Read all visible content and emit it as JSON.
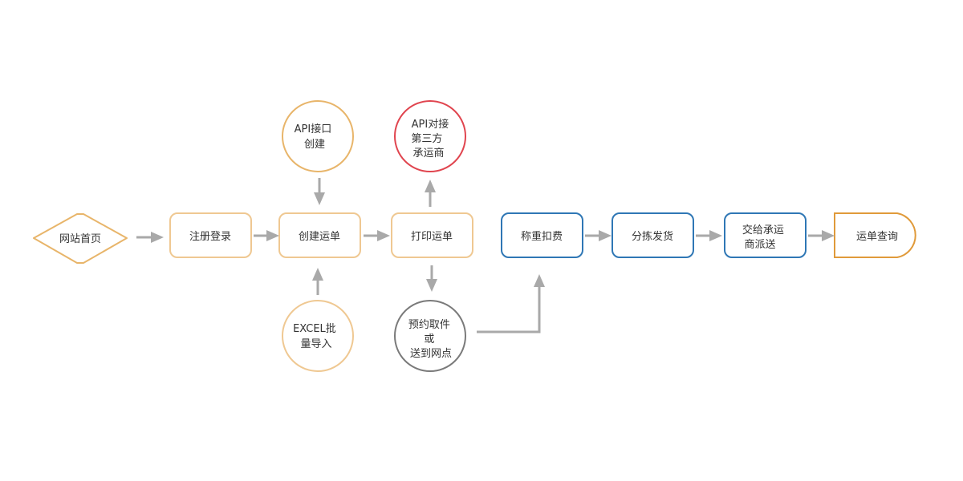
{
  "colors": {
    "orange": "#e8b56a",
    "orange_light": "#efc892",
    "blue": "#2f77b5",
    "red": "#e0454f",
    "gray": "#7a7a7a",
    "arrow": "#a9a9a9",
    "end_orange": "#e09a3a"
  },
  "nodes": {
    "home": {
      "lines": [
        "网站首页"
      ]
    },
    "register": {
      "lines": [
        "注册登录"
      ]
    },
    "create_order": {
      "lines": [
        "创建运单"
      ]
    },
    "api_create": {
      "lines": [
        "API接口",
        "创建"
      ]
    },
    "excel_import": {
      "lines": [
        "EXCEL批",
        "量导入"
      ]
    },
    "print_order": {
      "lines": [
        "打印运单"
      ]
    },
    "api_carrier": {
      "lines": [
        "API对接",
        "第三方",
        "承运商"
      ]
    },
    "pickup": {
      "lines": [
        "预约取件",
        "或",
        "送到网点"
      ]
    },
    "weigh": {
      "lines": [
        "称重扣费"
      ]
    },
    "sort": {
      "lines": [
        "分拣发货"
      ]
    },
    "handover": {
      "lines": [
        "交给承运",
        "商派送"
      ]
    },
    "query": {
      "lines": [
        "运单查询"
      ]
    }
  }
}
